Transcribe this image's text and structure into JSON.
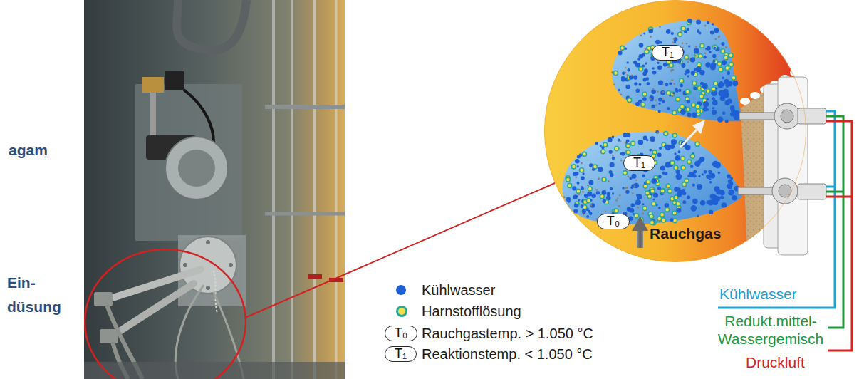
{
  "diagram": {
    "nodes": [
      {
        "text": [
          "Rauchgas"
        ]
      },
      {
        "text": [
          "T₁"
        ],
        "in": 0
      },
      {
        "text": [
          "T₁"
        ],
        "in": 0
      },
      {
        "text": [
          "T₀"
        ],
        "in": 0
      },
      {
        "text": [
          "T₀"
        ]
      },
      {
        "text": [
          "T₁"
        ]
      }
    ],
    "labels": [
      "agam",
      "Ein- düsung",
      "Kühlwasser",
      "Redukt.mittel- Wassergemisch",
      "Druckluft"
    ],
    "legend": [
      {
        "text": "Kühlwasser",
        "color": "#1f5fd4"
      },
      {
        "text": "Harnstofflösung"
      },
      {
        "text": "Rauchgastemp. > 1.050 °C"
      },
      {
        "text": "Reaktionstemp. < 1.050 °C"
      }
    ]
  }
}
